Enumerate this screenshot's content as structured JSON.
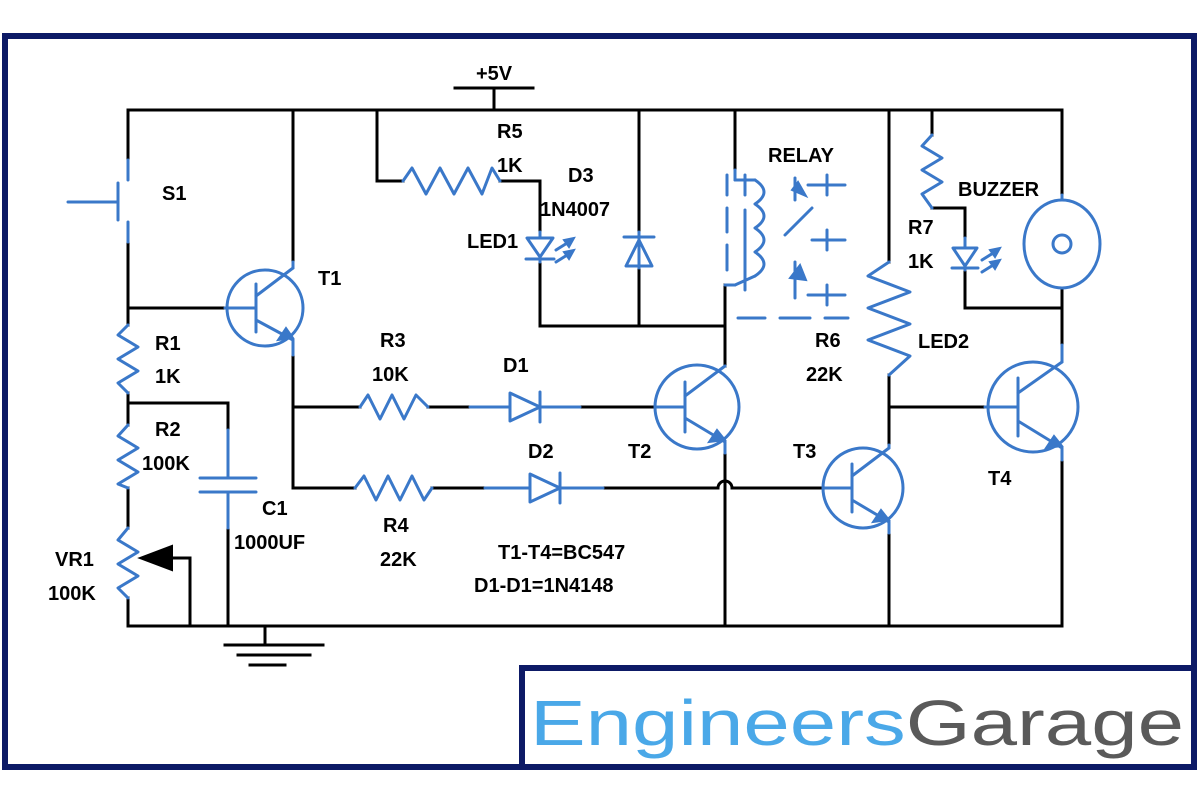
{
  "labels": {
    "supply": "+5V",
    "s1": "S1",
    "t1": "T1",
    "r1": "R1",
    "r1_val": "1K",
    "r2": "R2",
    "r2_val": "100K",
    "vr1": "VR1",
    "vr1_val": "100K",
    "c1": "C1",
    "c1_val": "1000UF",
    "r3": "R3",
    "r3_val": "10K",
    "r4": "R4",
    "r4_val": "22K",
    "d1": "D1",
    "d2": "D2",
    "r5": "R5",
    "r5_val": "1K",
    "d3": "D3",
    "d3_val": "1N4007",
    "led1": "LED1",
    "relay": "RELAY",
    "t2": "T2",
    "t3": "T3",
    "r6": "R6",
    "r6_val": "22K",
    "r7": "R7",
    "r7_val": "1K",
    "buzzer": "BUZZER",
    "led2": "LED2",
    "t4": "T4",
    "note_transistors": "T1-T4=BC547",
    "note_diodes": "D1-D1=1N4148"
  },
  "logo": {
    "part1": "Engineers",
    "part2": "Garage"
  },
  "colors": {
    "wire": "#000000",
    "component": "#3a78c9",
    "frame": "#0d1a66",
    "logo_primary": "#4aa8e8",
    "logo_secondary": "#5a5a5a"
  }
}
